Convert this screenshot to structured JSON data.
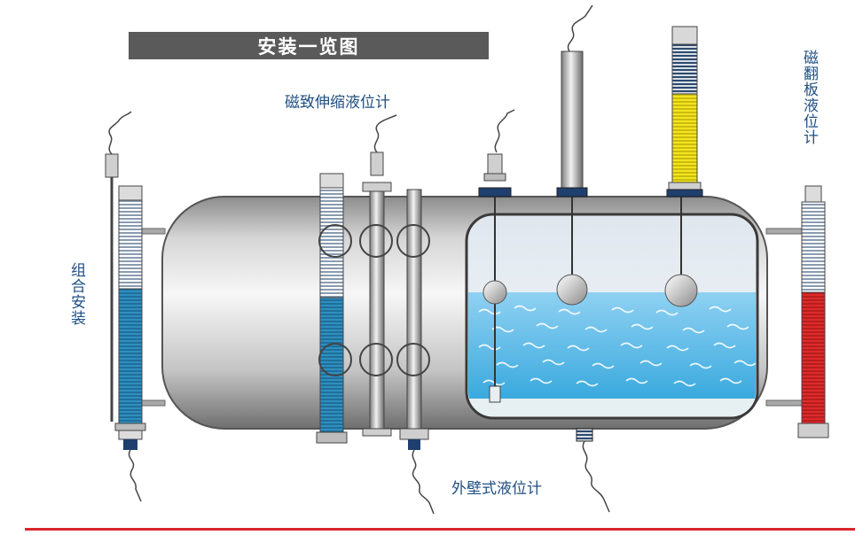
{
  "title": "安装一览图",
  "labels": {
    "magnetostrictive": "磁致伸缩液位计",
    "magnetic_flap": "磁翻板液位计",
    "combined_install": "组合安装",
    "external_wall": "外壁式液位计"
  },
  "colors": {
    "title_bg": "#5a5a5a",
    "label_text": "#1e4f82",
    "liquid": "#3aa9de",
    "magnetic_red": "#e02a2a",
    "magnetic_yellow": "#f4e51e",
    "accent_line": "#d9262b"
  }
}
